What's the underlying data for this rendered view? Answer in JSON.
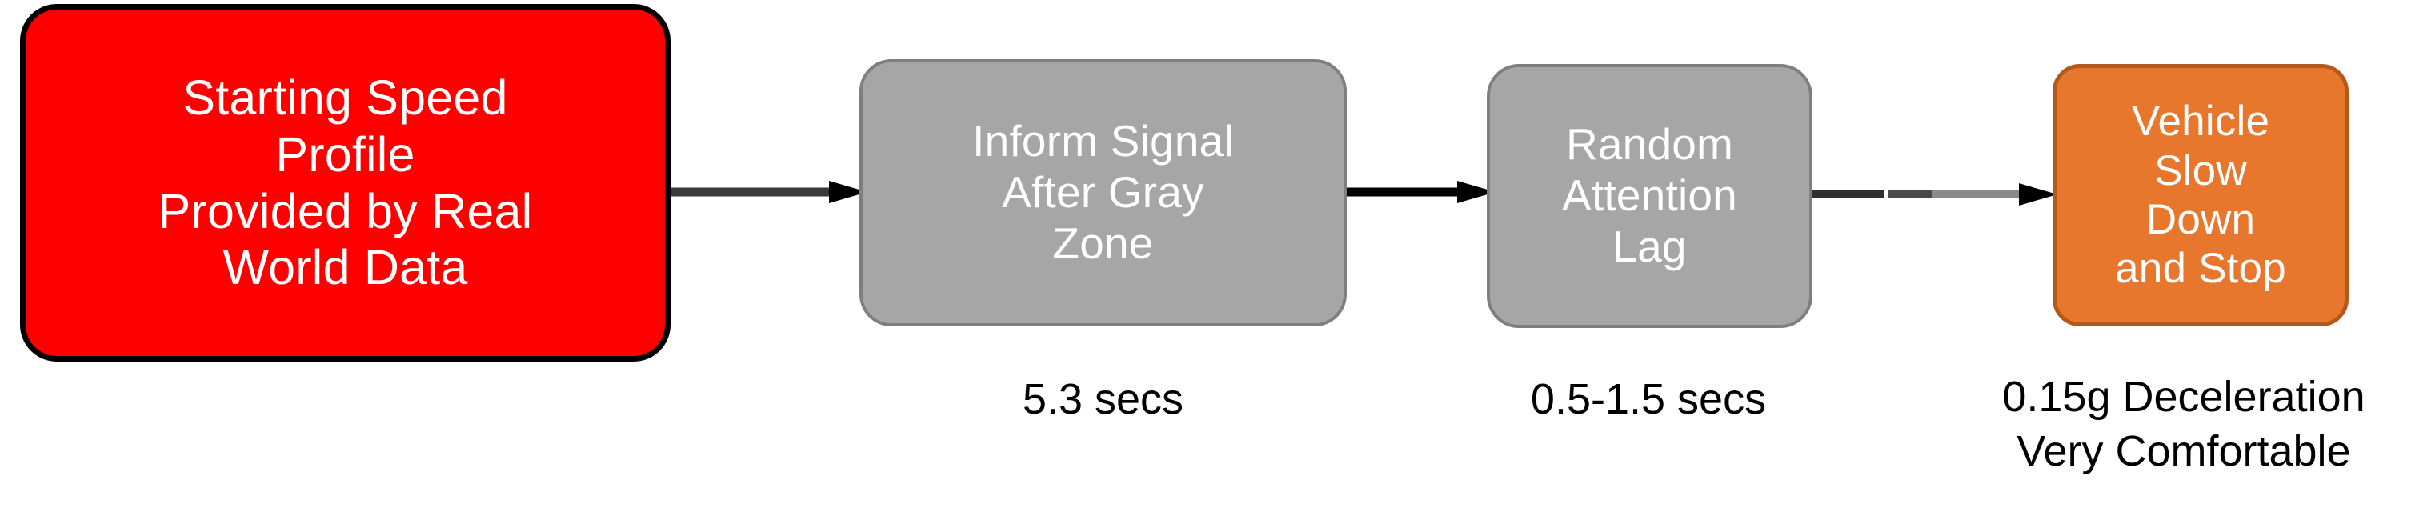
{
  "diagram": {
    "type": "process-flow",
    "orientation": "horizontal-left-to-right",
    "background_color": "#ffffff",
    "nodes": [
      {
        "id": "starting-speed-profile",
        "label": "Starting Speed\nProfile\nProvided by Real\nWorld Data",
        "fill_color": "#fe0000",
        "border_color": "#000000",
        "text_color": "#ffffff",
        "shape": "rounded-rectangle",
        "caption": ""
      },
      {
        "id": "inform-signal-after-gray-zone",
        "label": "Inform Signal\nAfter Gray\nZone",
        "fill_color": "#a6a6a6",
        "border_color": "#7f7f7f",
        "text_color": "#ffffff",
        "shape": "rounded-rectangle",
        "caption": "5.3 secs"
      },
      {
        "id": "random-attention-lag",
        "label": "Random\nAttention\nLag",
        "fill_color": "#a6a6a6",
        "border_color": "#7f7f7f",
        "text_color": "#ffffff",
        "shape": "rounded-rectangle",
        "caption": "0.5-1.5 secs"
      },
      {
        "id": "vehicle-slow-down-and-stop",
        "label": "Vehicle\nSlow\nDown\nand Stop",
        "fill_color": "#e8772e",
        "border_color": "#b3591b",
        "text_color": "#ffffff",
        "shape": "rounded-rectangle",
        "caption": "0.15g Deceleration\nVery Comfortable"
      }
    ],
    "connectors": [
      {
        "id": "arrow-1",
        "from": "starting-speed-profile",
        "to": "inform-signal-after-gray-zone",
        "color": "#262626",
        "head": "solid-triangle"
      },
      {
        "id": "arrow-2",
        "from": "inform-signal-after-gray-zone",
        "to": "random-attention-lag",
        "color": "#262626",
        "head": "solid-triangle"
      },
      {
        "id": "arrow-3",
        "from": "random-attention-lag",
        "to": "vehicle-slow-down-and-stop",
        "color": "#262626",
        "head": "solid-triangle"
      }
    ]
  }
}
